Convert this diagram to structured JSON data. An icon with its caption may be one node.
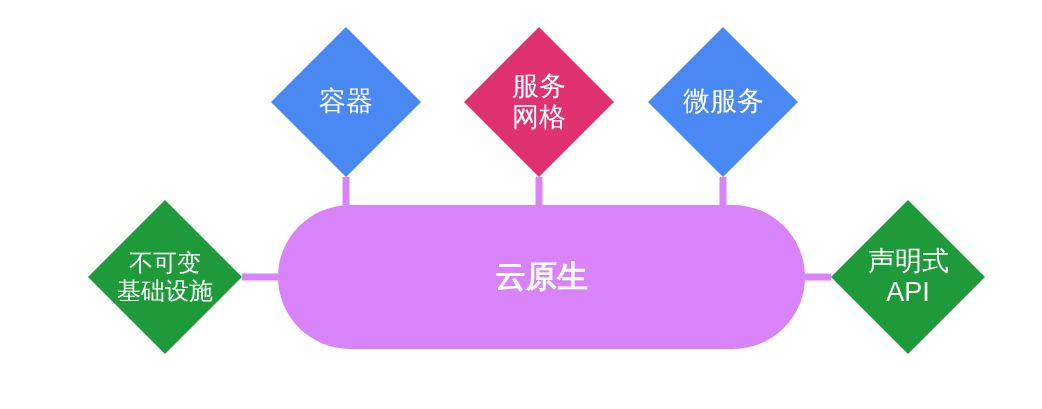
{
  "diagram": {
    "nodes": [
      {
        "text": [
          "容器"
        ]
      },
      {
        "text": [
          "服务网格"
        ]
      },
      {
        "text": [
          "微服务"
        ]
      },
      {
        "text": [
          "不可变基础设施"
        ]
      },
      {
        "text": [
          "云原生"
        ]
      },
      {
        "text": [
          "声明式API"
        ]
      }
    ],
    "edges": [
      {
        "from": 4,
        "to": 0,
        "arrow": "none"
      },
      {
        "from": 4,
        "to": 1,
        "arrow": "none"
      },
      {
        "from": 4,
        "to": 2,
        "arrow": "none"
      },
      {
        "from": 4,
        "to": 3,
        "arrow": "none"
      },
      {
        "from": 4,
        "to": 5,
        "arrow": "none"
      }
    ]
  }
}
